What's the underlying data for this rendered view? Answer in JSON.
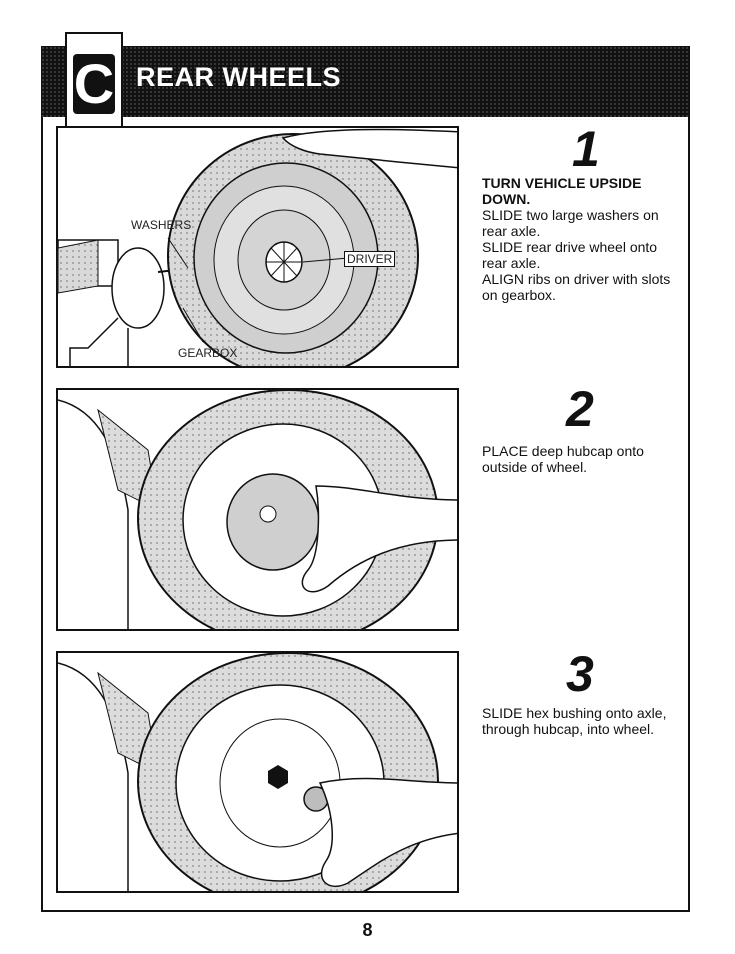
{
  "header": {
    "section_letter": "C",
    "title": "REAR WHEELS"
  },
  "steps": [
    {
      "number": "1",
      "heading": "TURN VEHICLE UPSIDE DOWN.",
      "lines": [
        "SLIDE two large washers on rear axle.",
        "SLIDE rear drive wheel onto rear axle.",
        "ALIGN ribs on driver with slots on gearbox."
      ],
      "callouts": {
        "washers": "WASHERS",
        "gearbox": "GEARBOX",
        "driver": "DRIVER"
      }
    },
    {
      "number": "2",
      "lines": [
        "PLACE deep hubcap onto outside of wheel."
      ]
    },
    {
      "number": "3",
      "lines": [
        "SLIDE hex bushing onto axle, through hubcap, into wheel."
      ]
    }
  ],
  "page_number": "8"
}
